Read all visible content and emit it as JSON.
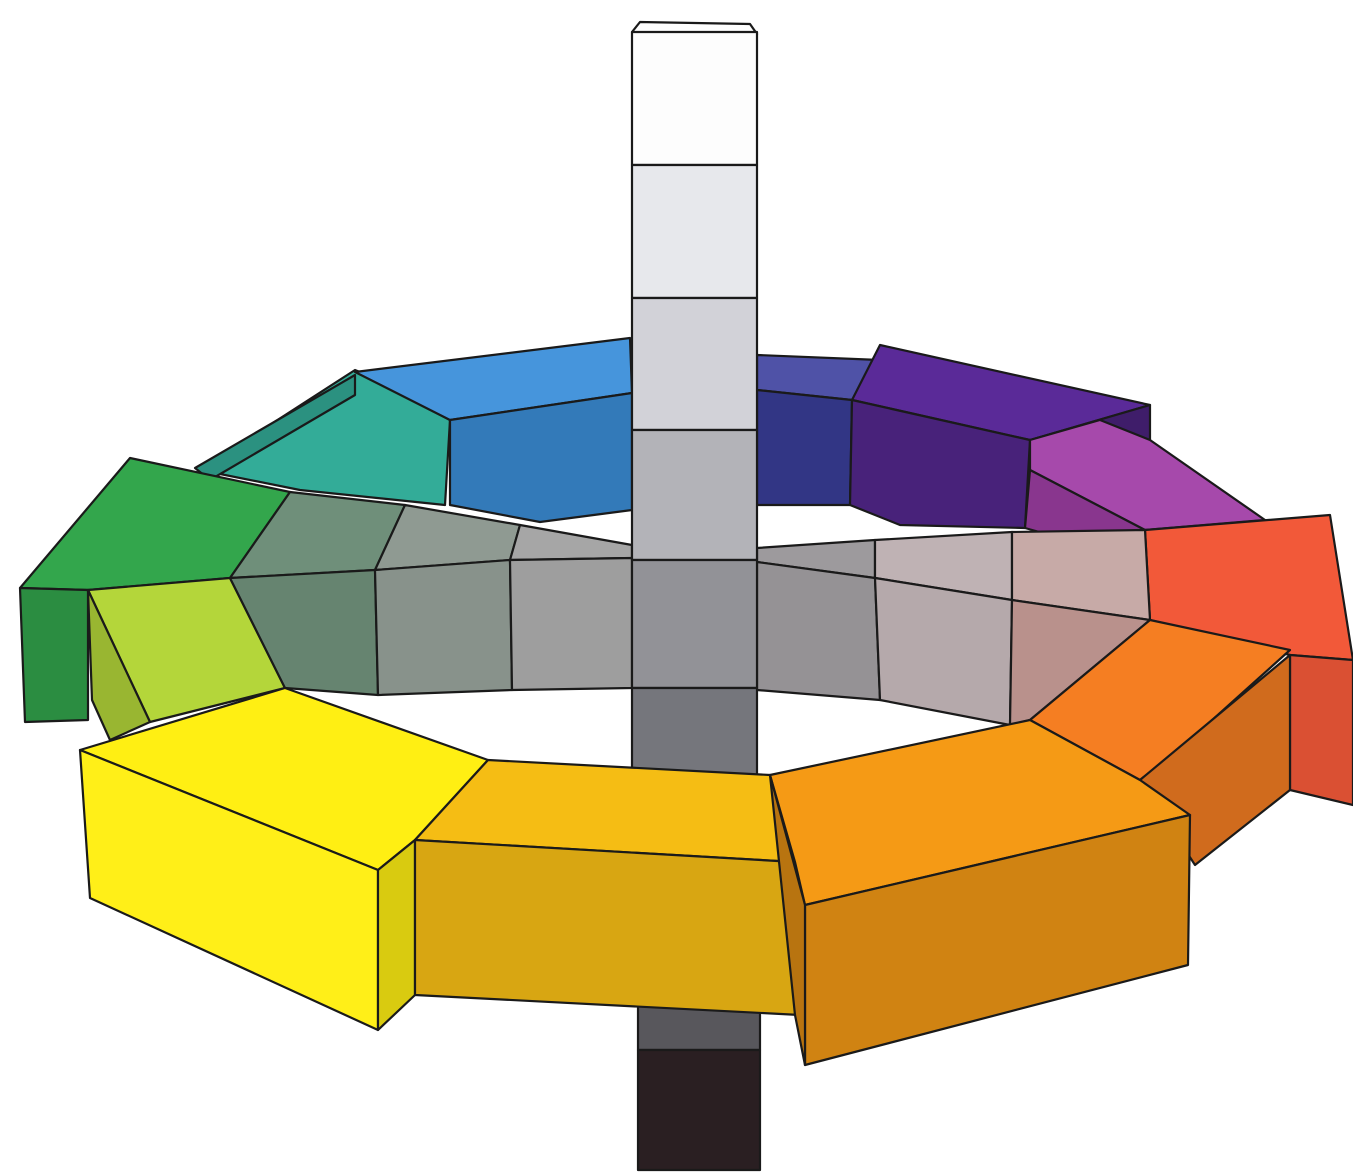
{
  "diagram": {
    "type": "color-solid-wheel",
    "background": "#ffffff",
    "hue_blocks": [
      {
        "hue": "yellow",
        "color": "#ffef13"
      },
      {
        "hue": "yellow-orange",
        "color": "#f5bd14"
      },
      {
        "hue": "orange",
        "color": "#f59a15"
      },
      {
        "hue": "red-orange",
        "color": "#f57e22"
      },
      {
        "hue": "red",
        "color": "#f25939"
      },
      {
        "hue": "red-violet",
        "color": "#a13fa7"
      },
      {
        "hue": "violet",
        "color": "#5a2a98"
      },
      {
        "hue": "blue-violet",
        "color": "#3b3f9d"
      },
      {
        "hue": "blue",
        "color": "#3c8fda"
      },
      {
        "hue": "blue-green",
        "color": "#36b5a0"
      },
      {
        "hue": "green",
        "color": "#33a64c"
      },
      {
        "hue": "yellow-green",
        "color": "#b4d63a"
      }
    ],
    "inner_ring_colors": [
      "#6f8f7a",
      "#8f9a92",
      "#a6a6a6",
      "#9d9a9d",
      "#bfb2b4",
      "#c7aaa7",
      "#c39993"
    ],
    "gray_axis": {
      "steps": [
        "#fdfdfd",
        "#e7e8ec",
        "#d2d2d8",
        "#b3b3b8",
        "#929297",
        "#75767c",
        "#58575c",
        "#2a1f22"
      ]
    }
  }
}
